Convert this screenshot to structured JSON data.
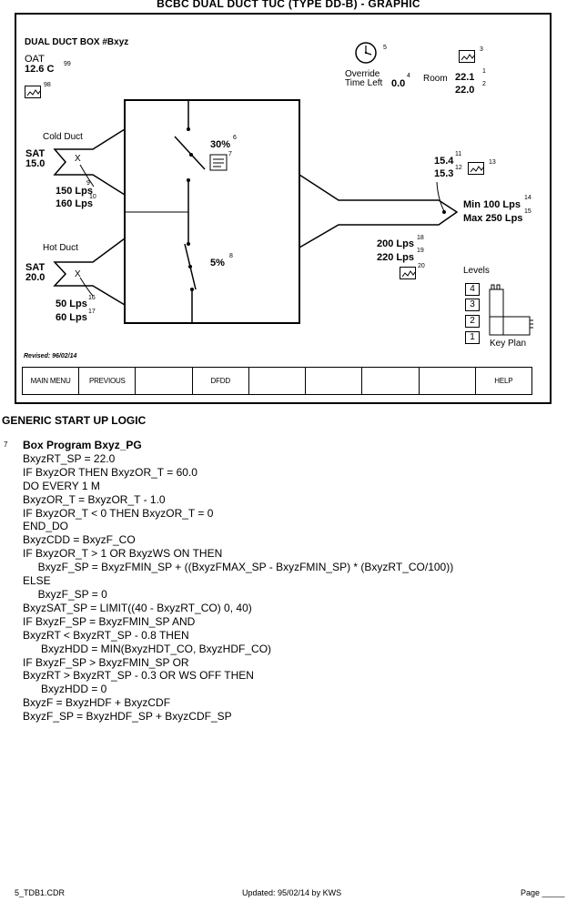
{
  "title": "BCBC DUAL DUCT TUC (TYPE DD-B)  -  GRAPHIC",
  "box_name": "DUAL DUCT BOX #Bxyz",
  "oat": {
    "label": "OAT",
    "value": "12.6 C",
    "ref": "99",
    "trend_ref": "98"
  },
  "override": {
    "label_line1": "Override",
    "label_line2": "Time Left",
    "value": "0.0",
    "clock_ref": "5",
    "value_ref": "4"
  },
  "room": {
    "label": "Room",
    "temp": "22.1",
    "temp_ref": "1",
    "setpoint": "22.0",
    "setpoint_ref": "2",
    "trend_ref": "3"
  },
  "cold_duct": {
    "label": "Cold Duct",
    "sat_label": "SAT",
    "sat_value": "15.0",
    "flow": "150 Lps",
    "flow_ref": "9",
    "flow_sp": "160 Lps",
    "flow_sp_ref": "10"
  },
  "hot_duct": {
    "label": "Hot Duct",
    "sat_label": "SAT",
    "sat_value": "20.0",
    "flow": "50 Lps",
    "flow_ref": "16",
    "flow_sp": "60 Lps",
    "flow_sp_ref": "17"
  },
  "cold_damper": {
    "value": "30%",
    "ref": "6",
    "note_ref": "7"
  },
  "hot_damper": {
    "value": "5%",
    "ref": "8"
  },
  "discharge": {
    "temp": "15.4",
    "temp_ref": "11",
    "temp_sp": "15.3",
    "temp_sp_ref": "12",
    "trend_ref": "13",
    "min": "Min 100 Lps",
    "min_ref": "14",
    "max": "Max 250 Lps",
    "max_ref": "15",
    "flow": "200 Lps",
    "flow_ref": "18",
    "flow_sp": "220 Lps",
    "flow_sp_ref": "19",
    "flow_trend_ref": "20"
  },
  "levels": {
    "label": "Levels",
    "items": [
      "4",
      "3",
      "2",
      "1"
    ],
    "key_plan": "Key Plan"
  },
  "revised": "Revised: 96/02/14",
  "menu": [
    "MAIN MENU",
    "PREVIOUS",
    "",
    "DFDD",
    "",
    "",
    "",
    "",
    "HELP"
  ],
  "section_title": "GENERIC START UP LOGIC",
  "code_ref": "7",
  "code_lines": [
    "Box Program Bxyz_PG",
    "BxyzRT_SP = 22.0",
    "IF BxyzOR THEN BxyzOR_T = 60.0",
    "DO EVERY 1 M",
    "BxyzOR_T = BxyzOR_T - 1.0",
    "IF BxyzOR_T < 0 THEN BxyzOR_T = 0",
    "END_DO",
    "BxyzCDD = BxyzF_CO",
    "IF BxyzOR_T > 1 OR BxyzWS ON THEN",
    "     BxyzF_SP = BxyzFMIN_SP + ((BxyzFMAX_SP - BxyzFMIN_SP) * (BxyzRT_CO/100))",
    "ELSE",
    "     BxyzF_SP = 0",
    "BxyzSAT_SP = LIMIT((40 - BxyzRT_CO) 0, 40)",
    "IF BxyzF_SP = BxyzFMIN_SP AND",
    "BxyzRT < BxyzRT_SP - 0.8 THEN",
    "      BxyzHDD = MIN(BxyzHDT_CO, BxyzHDF_CO)",
    "IF BxyzF_SP > BxyzFMIN_SP OR",
    "BxyzRT > BxyzRT_SP - 0.3 OR WS OFF THEN",
    "      BxyzHDD = 0",
    "BxyzF = BxyzHDF + BxyzCDF",
    "BxyzF_SP = BxyzHDF_SP + BxyzCDF_SP"
  ],
  "footer": {
    "file": "5_TDB1.CDR",
    "updated": "Updated:  95/02/14 by KWS",
    "page": "Page _____"
  }
}
